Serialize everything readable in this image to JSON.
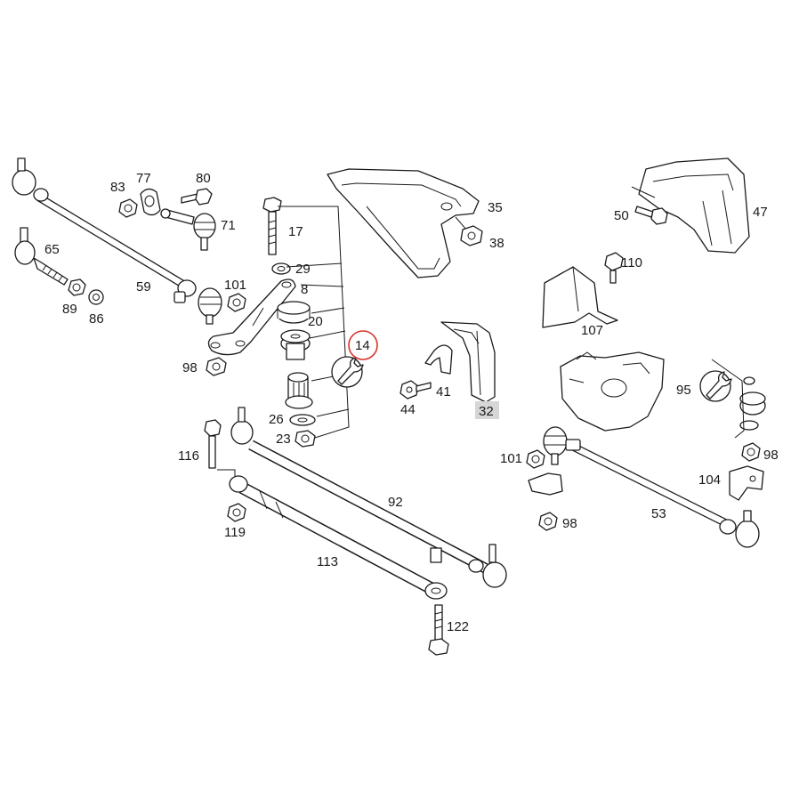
{
  "labels": {
    "l83": "83",
    "l77": "77",
    "l80": "80",
    "l71": "71",
    "l65": "65",
    "l59": "59",
    "l89": "89",
    "l86": "86",
    "l101a": "101",
    "l98a": "98",
    "l17": "17",
    "l29": "29",
    "l8": "8",
    "l20": "20",
    "l14": "14",
    "l26": "26",
    "l23": "23",
    "l35": "35",
    "l38": "38",
    "l41": "41",
    "l44": "44",
    "l32": "32",
    "l50": "50",
    "l47": "47",
    "l110": "110",
    "l107": "107",
    "l95": "95",
    "l98b": "98",
    "l104": "104",
    "l101b": "101",
    "l98c": "98",
    "l53": "53",
    "l116": "116",
    "l119": "119",
    "l92": "92",
    "l113": "113",
    "l122": "122"
  },
  "highlight": {
    "circled": "14",
    "boxed": "32",
    "circle_color": "#d9322a",
    "box_color": "#d6d6d6"
  }
}
